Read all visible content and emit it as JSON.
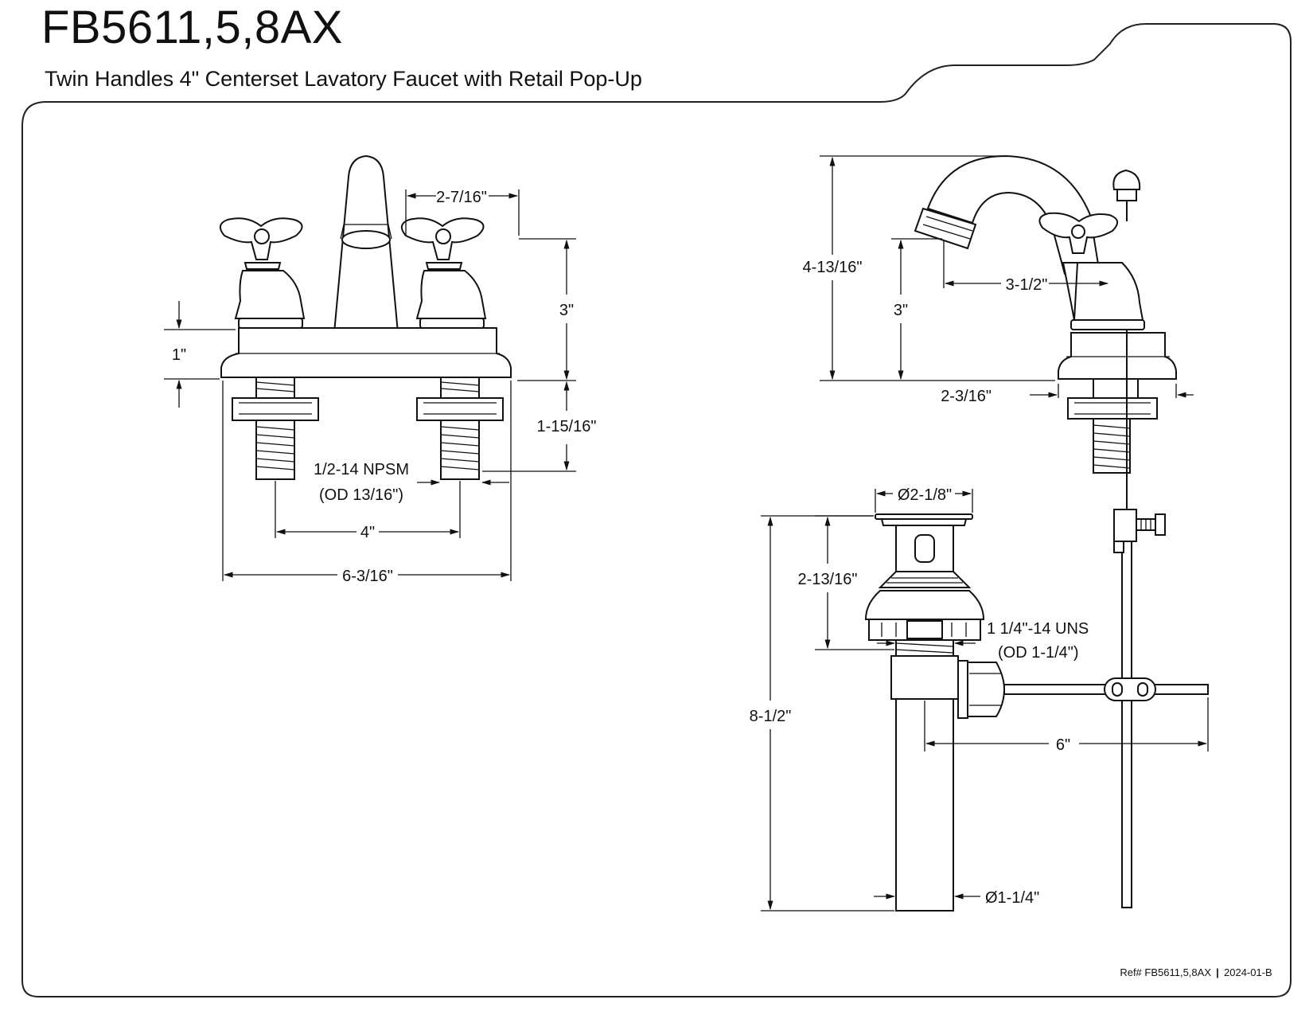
{
  "header": {
    "model": "FB5611,5,8AX",
    "subtitle": "Twin Handles 4\" Centerset Lavatory Faucet with Retail Pop-Up"
  },
  "front_view": {
    "spout_to_handle": "2-7/16\"",
    "handle_height": "3\"",
    "deck_height": "1\"",
    "shank_length": "1-15/16\"",
    "thread": "1/2-14 NPSM",
    "thread_od": "(OD 13/16\")",
    "center": "4\"",
    "base_width": "6-3/16\""
  },
  "side_view": {
    "overall_height": "4-13/16\"",
    "spout_height": "3\"",
    "spout_reach": "3-1/2\"",
    "base_depth": "2-3/16\""
  },
  "drain_view": {
    "flange_diameter": "Ø2-1/8\"",
    "body_height": "2-13/16\"",
    "thread": "1 1/4\"-14 UNS",
    "thread_od": "(OD 1-1/4\")",
    "overall_length": "8-1/2\"",
    "rod_length": "6\"",
    "tail_diameter": "Ø1-1/4\""
  },
  "footer": {
    "ref_label": "Ref# FB5611,5,8AX",
    "separator": "|",
    "revision": "2024-01-B"
  }
}
